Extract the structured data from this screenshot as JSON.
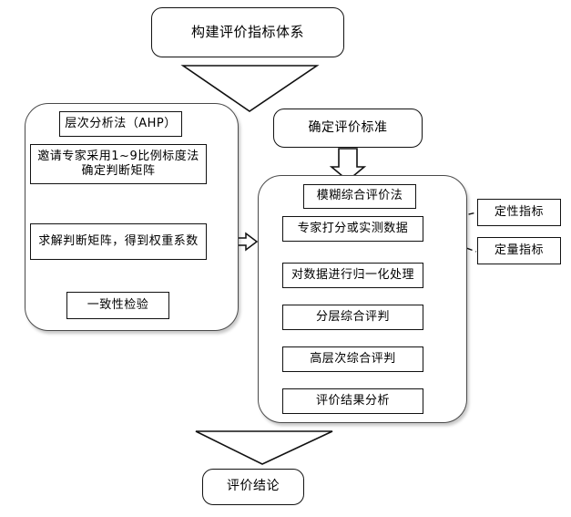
{
  "diagram": {
    "title": "构建评价指标体系",
    "nodes": {
      "top": "构建评价指标体系",
      "criteria": "确定评价标准",
      "conclusion": "评价结论",
      "ahp_panel_title": "层次分析法（AHP）",
      "ahp_step1": "邀请专家采用1~9比例标度法确定判断矩阵",
      "ahp_step2": "求解判断矩阵，得到权重系数",
      "ahp_step3": "一致性检验",
      "fuzzy_panel_title": "模糊综合评价法",
      "fuzzy_step1": "专家打分或实测数据",
      "fuzzy_step2": "对数据进行归一化处理",
      "fuzzy_step3": "分层综合评判",
      "fuzzy_step4": "高层次综合评判",
      "fuzzy_step5": "评价结果分析",
      "indicator_qualitative": "定性指标",
      "indicator_quantitative": "定量指标"
    },
    "colors": {
      "node_border": "#111111",
      "panel_border": "#4a4a4a",
      "background": "#ffffff",
      "arrow": "#000000"
    },
    "connectors": [
      {
        "name": "top-to-panels",
        "style": "block-triangle",
        "direction": "down"
      },
      {
        "name": "criteria-to-fuzzy",
        "style": "block-arrow",
        "direction": "down"
      },
      {
        "name": "ahp-to-fuzzy",
        "style": "double-arrow",
        "direction": "horizontal"
      },
      {
        "name": "fuzzy-to-qualitative",
        "style": "dashed",
        "direction": "right"
      },
      {
        "name": "fuzzy-to-quantitative",
        "style": "dashed",
        "direction": "right"
      },
      {
        "name": "panels-to-conclusion",
        "style": "block-triangle",
        "direction": "down"
      }
    ]
  }
}
